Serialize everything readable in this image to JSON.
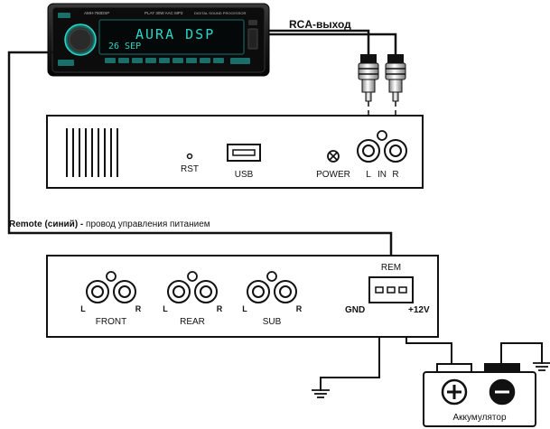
{
  "headunit": {
    "display_main": "AURA DSP",
    "display_date": "26 SEP",
    "model_text": "AMH-760DSP",
    "faceplate_text": "PLAY 30W AAC MP3",
    "processor_text": "DIGITAL SOUND PROCESSOR",
    "display_color": "#27d8c8"
  },
  "rca_label": "RCA-выход",
  "remote_label_bold": "Remote (синий) -",
  "remote_label_rest": " провод управления питанием",
  "rear_panel": {
    "rst": "RST",
    "usb": "USB",
    "power": "POWER",
    "l": "L",
    "in": "IN",
    "r": "R"
  },
  "amplifier": {
    "rem": "REM",
    "gnd": "GND",
    "plus12v": "+12V",
    "channels": [
      {
        "name": "FRONT",
        "l": "L",
        "r": "R"
      },
      {
        "name": "REAR",
        "l": "L",
        "r": "R"
      },
      {
        "name": "SUB",
        "l": "L",
        "r": "R"
      }
    ]
  },
  "battery": {
    "label": "Аккумулятор",
    "plus_icon": "plus-icon",
    "minus_icon": "minus-icon"
  },
  "icons": [
    "ground-icon",
    "rca-plug-icon",
    "power-symbol-icon",
    "usb-port-icon",
    "speaker-grille-icon"
  ]
}
